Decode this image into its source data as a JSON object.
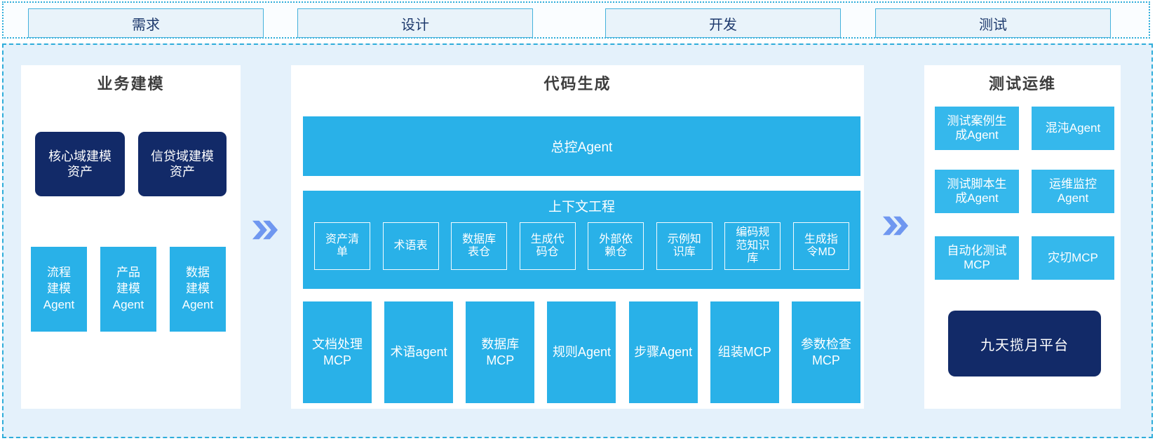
{
  "colors": {
    "cyan": "#29b1e8",
    "cyan_light": "#35b8ec",
    "navy": "#122a68",
    "container_bg": "#e4f1fb",
    "dashed_border": "#2fadda",
    "phase_box_bg": "#e9f3fa",
    "phase_text": "#1e3a6d",
    "panel_title_text": "#3d3d3d",
    "chevron_blue": "#6f97f0"
  },
  "phases": [
    "需求",
    "设计",
    "开发",
    "测试"
  ],
  "panels": {
    "business": {
      "title": "业务建模",
      "asset_boxes": [
        "核心域建模\n资产",
        "信贷域建模\n资产"
      ],
      "agent_boxes": [
        "流程\n建模\nAgent",
        "产品\n建模\nAgent",
        "数据\n建模\nAgent"
      ]
    },
    "codegen": {
      "title": "代码生成",
      "master_agent": "总控Agent",
      "context_title": "上下文工程",
      "context_boxes": [
        "资产清\n单",
        "术语表",
        "数据库\n表仓",
        "生成代\n码仓",
        "外部依\n赖仓",
        "示例知\n识库",
        "编码规\n范知识\n库",
        "生成指\n令MD"
      ],
      "tool_boxes": [
        "文档处理\nMCP",
        "术语agent",
        "数据库\nMCP",
        "规则Agent",
        "步骤Agent",
        "组装MCP",
        "参数检查\nMCP"
      ]
    },
    "testops": {
      "title": "测试运维",
      "grid_boxes": [
        "测试案例生\n成Agent",
        "混沌Agent",
        "测试脚本生\n成Agent",
        "运维监控\nAgent",
        "自动化测试\nMCP",
        "灾切MCP"
      ],
      "platform_box": "九天揽月平台"
    }
  }
}
